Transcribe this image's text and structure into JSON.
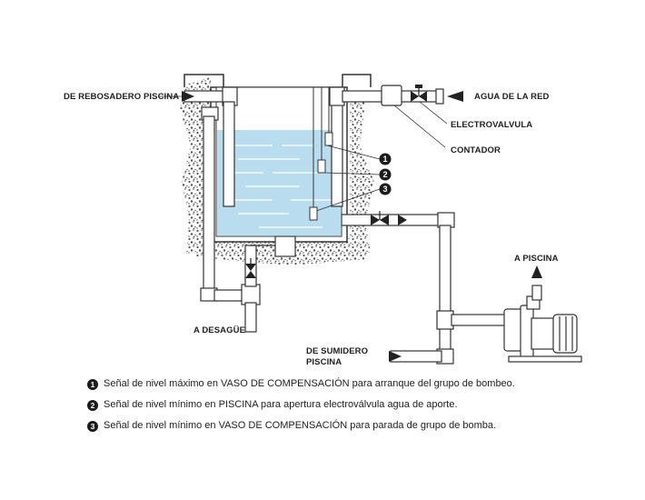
{
  "labels": {
    "overflow": "DE REBOSADERO PISCINA",
    "mains_water": "AGUA DE LA RED",
    "solenoid_valve": "ELECTROVALVULA",
    "meter": "CONTADOR",
    "drain": "A DESAGÜE",
    "to_pool": "A PISCINA",
    "from_sump_line1": "DE SUMIDERO",
    "from_sump_line2": "PISCINA"
  },
  "markers": [
    {
      "number": "1"
    },
    {
      "number": "2"
    },
    {
      "number": "3"
    }
  ],
  "legend": [
    {
      "number": "1",
      "text": "Señal de nivel máximo en VASO DE COMPENSACIÓN para arranque del grupo de bombeo."
    },
    {
      "number": "2",
      "text": "Señal de nivel mínimo en PISCINA para apertura electroválvula agua de aporte."
    },
    {
      "number": "3",
      "text": "Señal de nivel mínimo en VASO DE COMPENSACIÓN para parada de grupo de bomba."
    }
  ],
  "colors": {
    "water": "#b9dcef",
    "line": "#333333",
    "soil": "#555555"
  }
}
